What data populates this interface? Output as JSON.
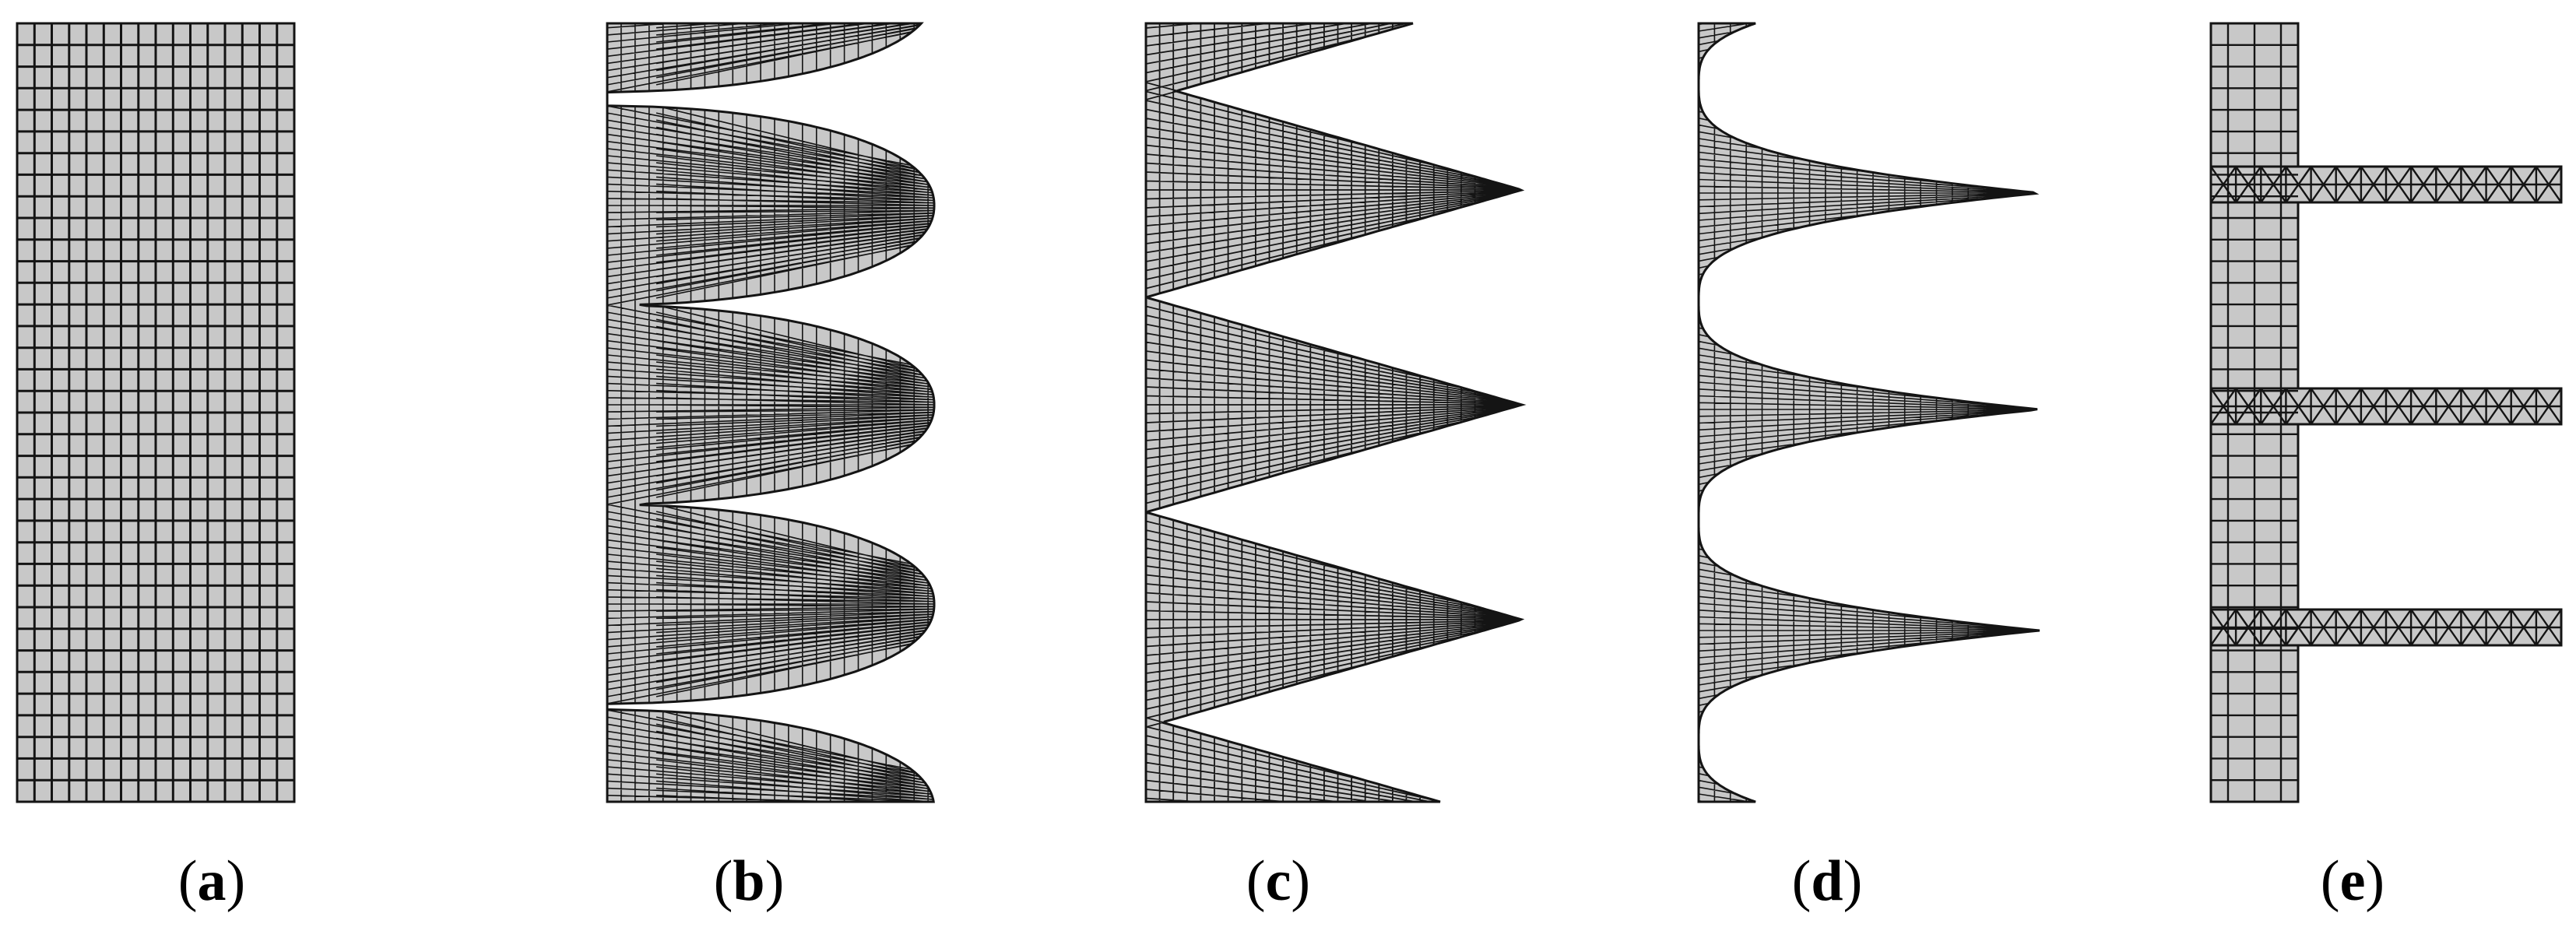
{
  "figure": {
    "panels": [
      {
        "id": "a",
        "caption": "a",
        "shape": "flat-rectangular-plate"
      },
      {
        "id": "b",
        "caption": "b",
        "shape": "rounded-elliptical-fins"
      },
      {
        "id": "c",
        "caption": "c",
        "shape": "triangular-fins"
      },
      {
        "id": "d",
        "caption": "d",
        "shape": "concave-cusp-fins"
      },
      {
        "id": "e",
        "caption": "e",
        "shape": "rectangular-strip-fins"
      }
    ],
    "colors": {
      "mesh_fill": "#c8c8c8",
      "mesh_line": "#141414",
      "background": "#ffffff"
    }
  }
}
